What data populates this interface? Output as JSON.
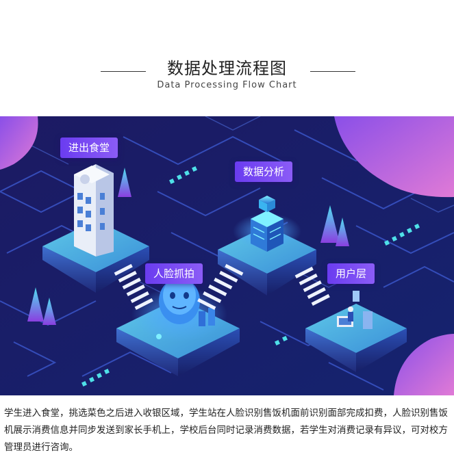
{
  "header": {
    "title": "数据处理流程图",
    "subtitle": "Data Processing Flow Chart"
  },
  "nodes": {
    "canteen": "进出食堂",
    "analysis": "数据分析",
    "face": "人脸抓拍",
    "user": "用户层"
  },
  "description": "学生进入食堂，挑选菜色之后进入收银区域，学生站在人脸识别售饭机面前识别面部完成扣费，人脸识别售饭机展示消费信息并同步发送到家长手机上，学校后台同时记录消费数据，若学生对消费记录有异议，可对校方管理员进行咨询。",
  "colors": {
    "background": "#1b1f6e",
    "label": "#7c4dff",
    "platform": "#4fc8e8",
    "accent": "#d86ad8"
  }
}
